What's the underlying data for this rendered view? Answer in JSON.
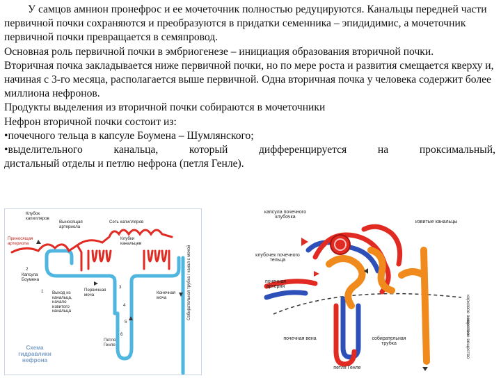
{
  "paragraphs": {
    "p1": "У самцов амнион пронефрос и ее мочеточник полностью редуцируются. Канальцы передней части первичной почки сохраняются и преобразуются в придатки семенника – эпидидимис, а мочеточник первичной почки превращается в семяпровод.",
    "p2": "Основная роль первичной почки в эмбриогенезе – инициация образования вторичной почки.",
    "p3": "Вторичная почка закладывается ниже первичной почки, но по мере роста и развития смещается кверху и, начиная с 3-го месяца, располагается выше первичной. Одна вторичная почка у человека содержит более миллиона нефронов.",
    "p4": "Продукты выделения из вторичной почки собираются в мочеточники",
    "p5": "Нефрон вторичной почки состоит из:",
    "b1": "•почечного тельца в капсуле Боумена – Шумлянского;",
    "b2_line1": "•выделительного канальца, который дифференцируется на проксимальный,",
    "b2_line2": "дистальный отделы и петлю нефрона (петля Генле)."
  },
  "figure_left": {
    "labels": {
      "glomerulus": "Клубок капилляров",
      "efferent": "Выносящая артериола",
      "capillary_net": "Сеть капилляров",
      "tubule_glomeruli": "Клубки канальцев",
      "afferent": "Приносящая артериола",
      "num2": "2",
      "capsule": "Капсула Боумена",
      "num1": "1",
      "exit": "Выход из канальца, начало извитого канальца",
      "primary_urine": "Первичная моча",
      "final_urine": "Конечная моча",
      "num3": "3",
      "num4": "4",
      "num5": "5",
      "num6": "6",
      "collecting": "Собирательная трубка / канал с мочой",
      "loop": "Петля Генле",
      "caption": "Схема гидравлики нефрона"
    }
  },
  "figure_right": {
    "labels": {
      "capsule": "капсула почечного клубочка",
      "tubules": "извитые канальцы",
      "body": "клубочек почечного тельца",
      "artery": "почечная артерия",
      "vein": "почечная вена",
      "loop": "петля Генле",
      "collecting": "собирательная трубка",
      "side1": "корковое вещество",
      "side2": "мозговое вещество"
    }
  },
  "colors": {
    "text": "#111111",
    "vessel_red": "#e02a22",
    "tubule_blue": "#4fb6e0",
    "caption_blue": "#7fa1c8",
    "vein_blue": "#2d4fb8",
    "tubule_orange": "#f08a1c"
  }
}
